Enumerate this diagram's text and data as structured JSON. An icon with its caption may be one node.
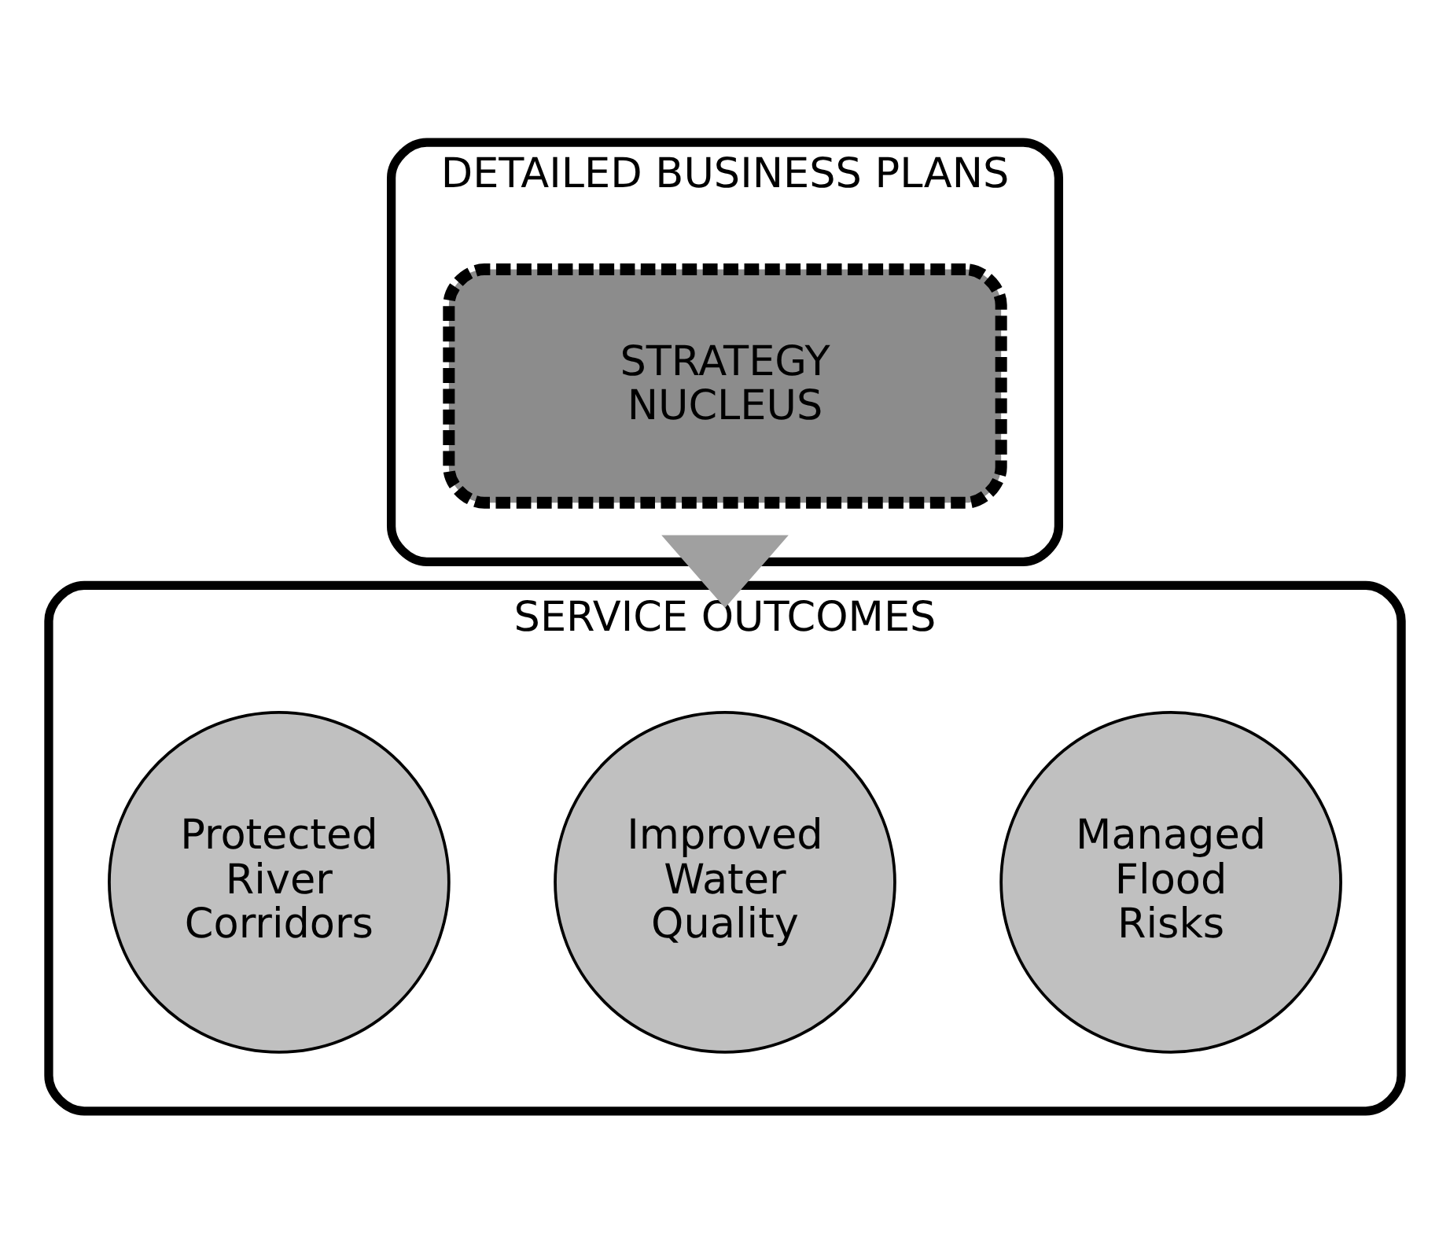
{
  "diagram": {
    "nodes": [
      {
        "text": [
          "DETAILED BUSINESS PLANS"
        ]
      },
      {
        "text": [
          "STRATEGY NUCLEUS"
        ],
        "in": 0
      },
      {
        "text": [
          "SERVICE OUTCOMES"
        ]
      },
      {
        "text": [
          "Managed Flood Risks"
        ],
        "in": 2
      },
      {
        "text": [
          "Improved Water Quality"
        ],
        "in": 2
      },
      {
        "text": [
          "Protected River Corridors"
        ],
        "in": 2
      }
    ],
    "edges": [
      {
        "from": 0,
        "to": 2,
        "arrow": "to",
        "style": "thick"
      }
    ]
  }
}
